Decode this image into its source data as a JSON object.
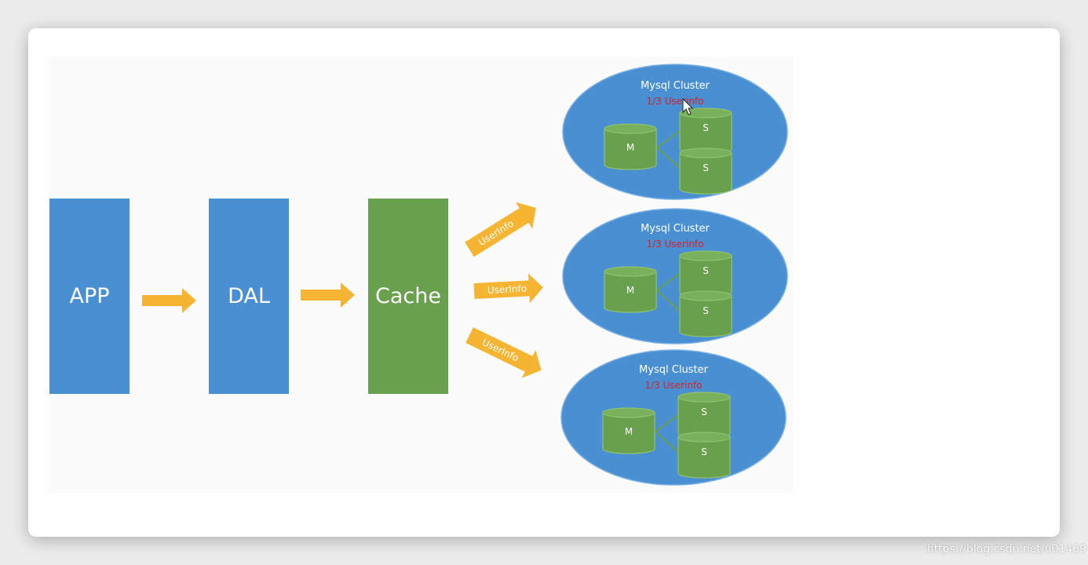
{
  "blocks": {
    "app": "APP",
    "dal": "DAL",
    "cache": "Cache"
  },
  "arrows": {
    "userinfo_top": "UserInfo",
    "userinfo_middle": "UserInfo",
    "userinfo_bottom": "UserInfo"
  },
  "clusters": [
    {
      "title": "Mysql Cluster",
      "subtitle": "1/3 Userinfo",
      "master": "M",
      "slave1": "S",
      "slave2": "S"
    },
    {
      "title": "Mysql Cluster",
      "subtitle": "1/3 Userinfo",
      "master": "M",
      "slave1": "S",
      "slave2": "S"
    },
    {
      "title": "Mysql Cluster",
      "subtitle": "1/3 Userinfo",
      "master": "M",
      "slave1": "S",
      "slave2": "S"
    }
  ],
  "watermark": "https://blog.csdn.net/u01469",
  "colors": {
    "blue": "#4a8fd2",
    "green": "#68a04d",
    "arrow": "#f5b533",
    "red_text": "#d0232b"
  }
}
